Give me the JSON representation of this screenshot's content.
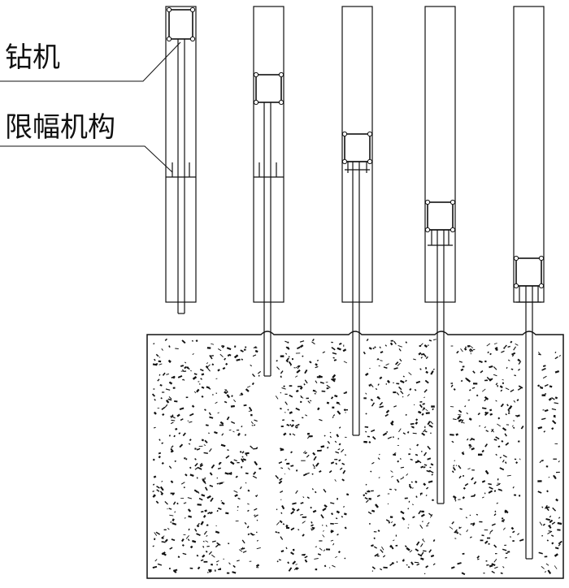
{
  "labels": {
    "drill": "钻机",
    "limiter": "限幅机构"
  },
  "colors": {
    "line": "#111111",
    "background": "#ffffff"
  },
  "stages": [
    {
      "name": "stage-1"
    },
    {
      "name": "stage-2"
    },
    {
      "name": "stage-3"
    },
    {
      "name": "stage-4"
    },
    {
      "name": "stage-5"
    }
  ]
}
